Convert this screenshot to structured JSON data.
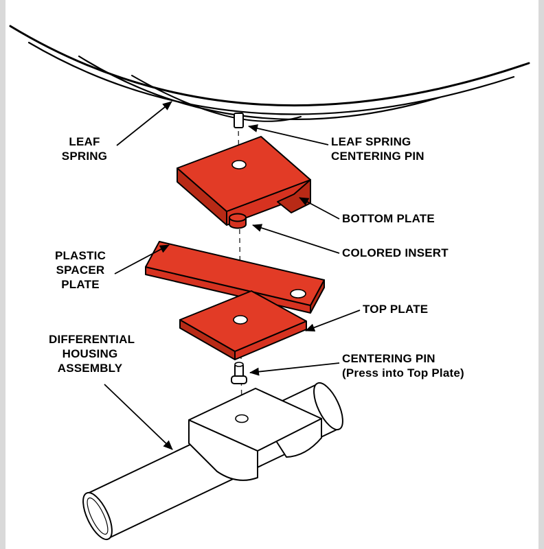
{
  "labels": {
    "leaf_spring": [
      "LEAF",
      "SPRING"
    ],
    "leaf_spring_centering_pin": [
      "LEAF SPRING",
      "CENTERING PIN"
    ],
    "bottom_plate": [
      "BOTTOM PLATE"
    ],
    "colored_insert": [
      "COLORED INSERT"
    ],
    "plastic_spacer_plate": [
      "PLASTIC",
      "SPACER",
      "PLATE"
    ],
    "top_plate": [
      "TOP PLATE"
    ],
    "centering_pin": [
      "CENTERING PIN",
      "(Press into Top Plate)"
    ],
    "differential_housing_assembly": [
      "DIFFERENTIAL",
      "HOUSING",
      "ASSEMBLY"
    ]
  },
  "colors": {
    "highlight_red": "#e23b26",
    "highlight_red_shaded": "#b82a16",
    "line_black": "#000000",
    "background": "#ffffff"
  }
}
